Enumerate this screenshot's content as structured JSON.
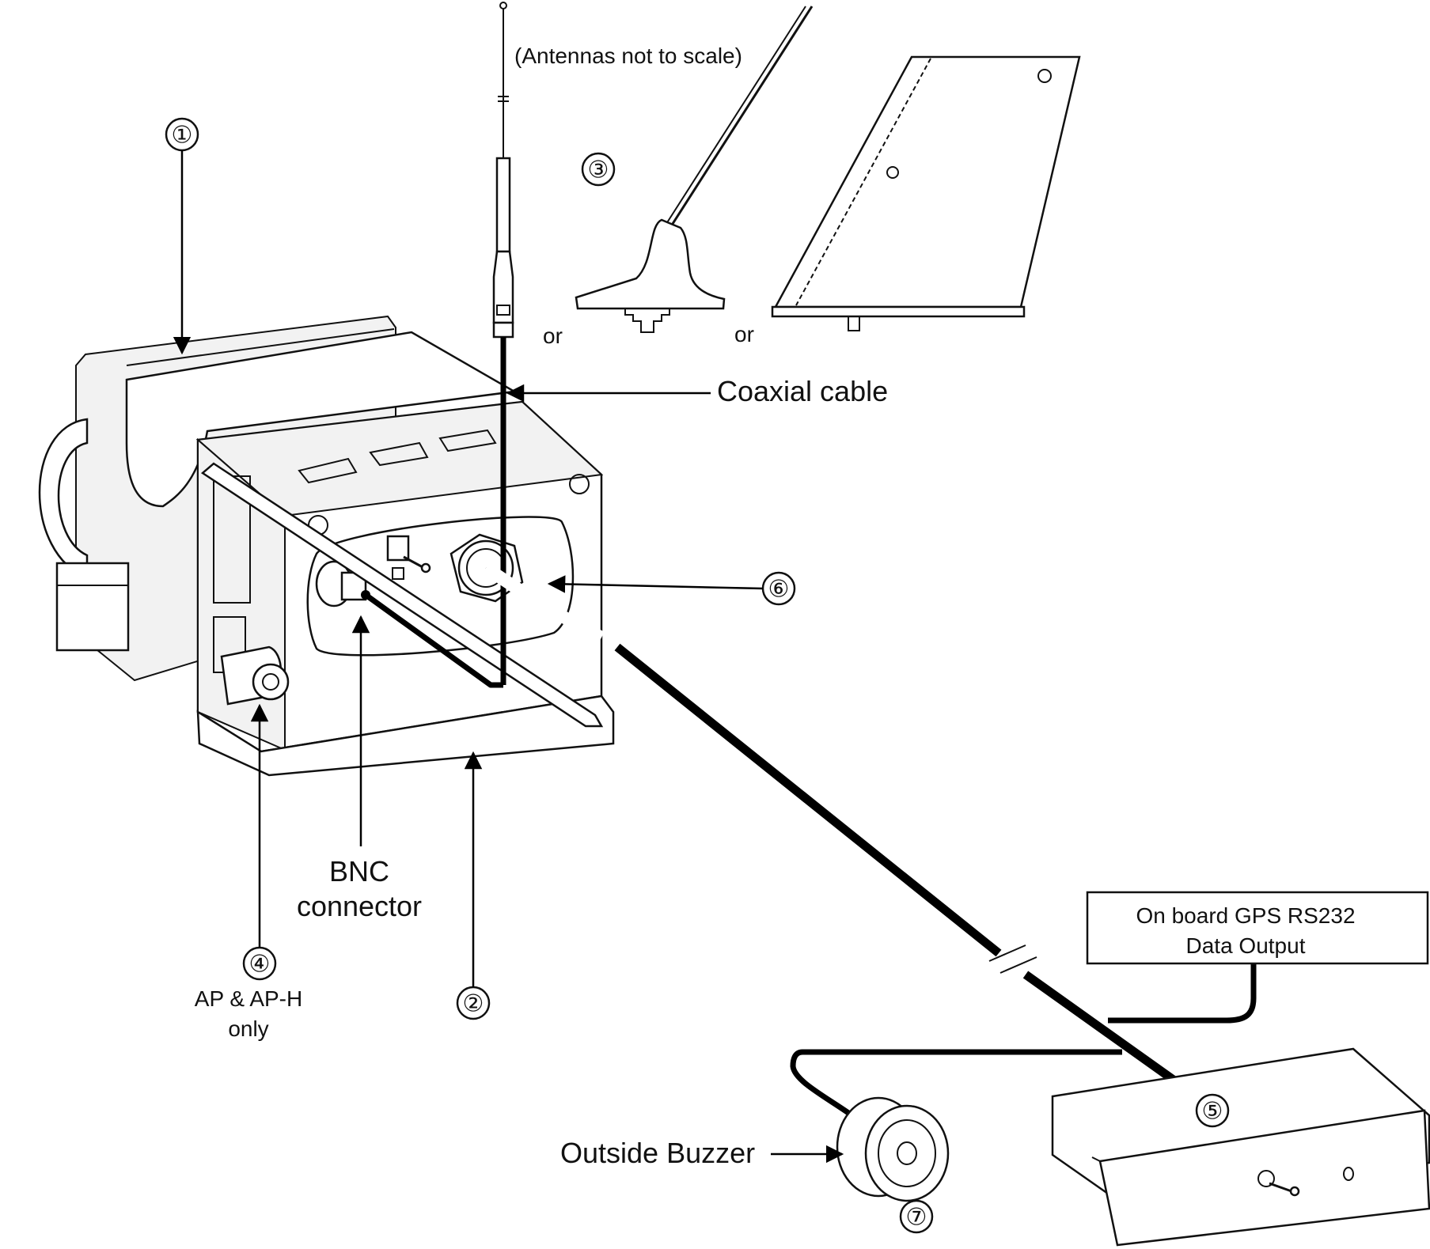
{
  "labels": {
    "antennas_note": "(Antennas not to scale)",
    "or_1": "or",
    "or_2": "or",
    "coaxial_cable": "Coaxial cable",
    "bnc_line1": "BNC",
    "bnc_line2": "connector",
    "ap_line1": "AP & AP-H",
    "ap_line2": "only",
    "gps_line1": "On board GPS  RS232",
    "gps_line2": "Data Output",
    "outside_buzzer": "Outside Buzzer"
  },
  "callouts": {
    "c1": "①",
    "c2": "②",
    "c3": "③",
    "c4": "④",
    "c5": "⑤",
    "c6": "⑥",
    "c7": "⑦"
  }
}
